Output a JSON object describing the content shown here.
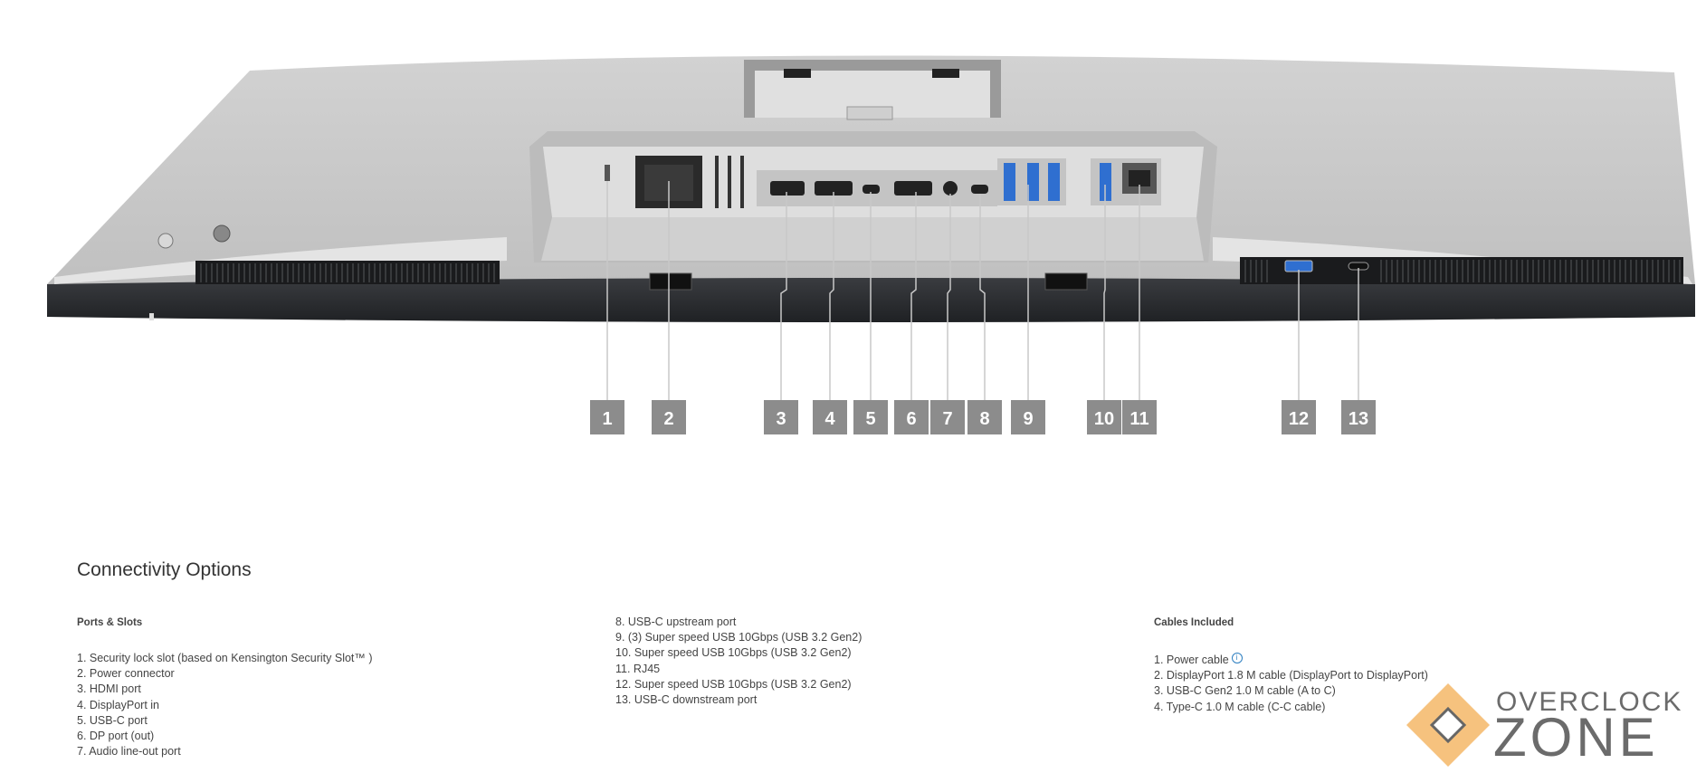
{
  "callouts": [
    "1",
    "2",
    "3",
    "4",
    "5",
    "6",
    "7",
    "8",
    "9",
    "10",
    "11",
    "12",
    "13"
  ],
  "section_title": "Connectivity Options",
  "ports_heading": "Ports & Slots",
  "ports_col1": [
    "1. Security lock slot (based on Kensington Security Slot™ )",
    "2. Power connector",
    "3. HDMI port",
    "4. DisplayPort in",
    "5. USB-C port",
    "6. DP port (out)",
    "7. Audio line-out port"
  ],
  "ports_col2": [
    "8. USB-C upstream port",
    "9. (3) Super speed USB 10Gbps (USB 3.2 Gen2)",
    "10. Super speed USB 10Gbps (USB 3.2 Gen2)",
    "11. RJ45",
    "12. Super speed USB 10Gbps (USB 3.2 Gen2)",
    "13. USB-C downstream port"
  ],
  "cables_heading": "Cables Included",
  "cables": [
    "1. Power cable",
    "2. DisplayPort 1.8 M cable (DisplayPort to DisplayPort)",
    "3. USB-C Gen2 1.0 M cable (A to C)",
    "4. Type-C 1.0 M cable (C-C cable)"
  ],
  "info_icon": "i",
  "watermark": {
    "line1": "OVERCLOCK",
    "line2": "ZONE"
  },
  "colors": {
    "callout_box": "#8c8c8c",
    "silver": "#c9c9c9",
    "dark": "#2b2d30",
    "usb_blue": "#2f6fd0",
    "logo_orange": "#f6c27e"
  }
}
